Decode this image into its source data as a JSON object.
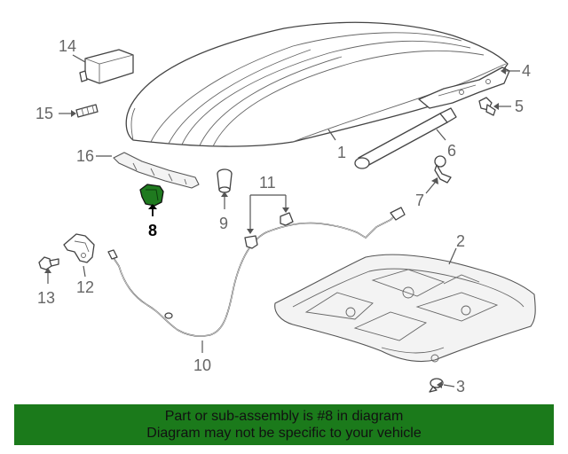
{
  "diagram": {
    "callouts": [
      "1",
      "2",
      "3",
      "4",
      "5",
      "6",
      "7",
      "8",
      "9",
      "10",
      "11",
      "12",
      "13",
      "14",
      "15",
      "16"
    ],
    "highlighted_callout": "8",
    "highlight_color": "#1f7a1f"
  },
  "banner": {
    "line1": "Part or sub-assembly is #8 in diagram",
    "line2": "Diagram may not be specific to your vehicle",
    "background_color": "#1b7a1b"
  }
}
